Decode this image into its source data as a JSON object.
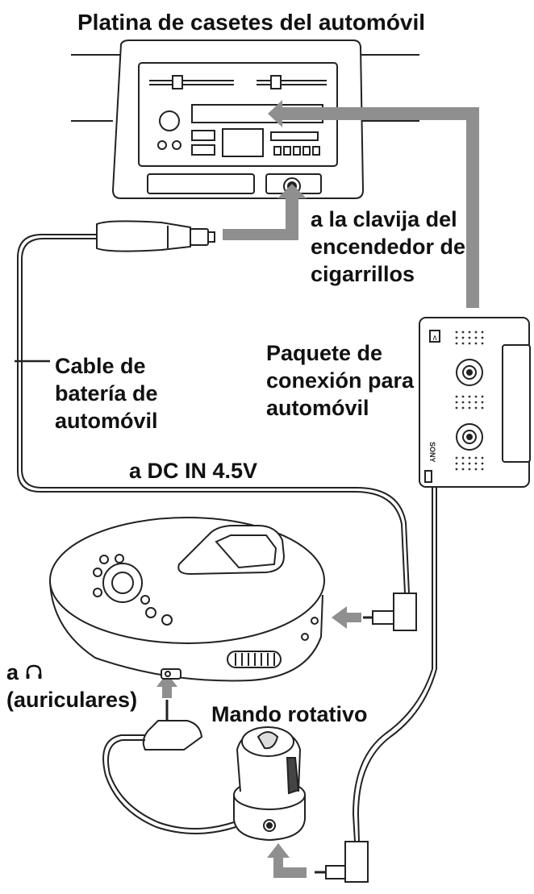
{
  "labels": {
    "car_deck": "Platina de casetes del automóvil",
    "lighter": [
      "a la clavija del",
      "encendedor de",
      "cigarrillos"
    ],
    "pack": [
      "Paquete de",
      "conexión para",
      "automóvil"
    ],
    "cable": [
      "Cable de",
      "batería de",
      "automóvil"
    ],
    "dc_in": "a DC IN 4.5V",
    "headphones": [
      "a",
      "(auriculares)"
    ],
    "remote": "Mando rotativo"
  },
  "device_marks": {
    "brand": "SONY"
  },
  "icons": {
    "headphones": "headphones-icon"
  },
  "colors": {
    "line": "#222222",
    "arrow": "#8f8f8f",
    "background": "#ffffff"
  }
}
